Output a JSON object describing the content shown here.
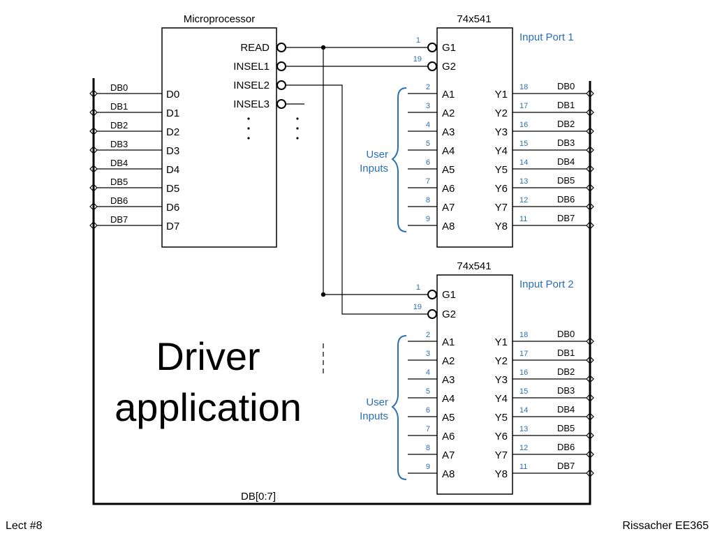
{
  "microprocessor": {
    "title": "Microprocessor",
    "outputs": [
      "READ",
      "INSEL1",
      "INSEL2",
      "INSEL3"
    ],
    "data_pins": [
      "D0",
      "D1",
      "D2",
      "D3",
      "D4",
      "D5",
      "D6",
      "D7"
    ],
    "bus_lines": [
      "DB0",
      "DB1",
      "DB2",
      "DB3",
      "DB4",
      "DB5",
      "DB6",
      "DB7"
    ]
  },
  "ports": [
    {
      "chip": "74x541",
      "name": "Input Port 1",
      "enable_pins": [
        {
          "label": "G1",
          "num": "1"
        },
        {
          "label": "G2",
          "num": "19"
        }
      ],
      "inputs": [
        {
          "label": "A1",
          "num": "2"
        },
        {
          "label": "A2",
          "num": "3"
        },
        {
          "label": "A3",
          "num": "4"
        },
        {
          "label": "A4",
          "num": "5"
        },
        {
          "label": "A5",
          "num": "6"
        },
        {
          "label": "A6",
          "num": "7"
        },
        {
          "label": "A7",
          "num": "8"
        },
        {
          "label": "A8",
          "num": "9"
        }
      ],
      "outputs": [
        {
          "label": "Y1",
          "num": "18",
          "bus": "DB0"
        },
        {
          "label": "Y2",
          "num": "17",
          "bus": "DB1"
        },
        {
          "label": "Y3",
          "num": "16",
          "bus": "DB2"
        },
        {
          "label": "Y4",
          "num": "15",
          "bus": "DB3"
        },
        {
          "label": "Y5",
          "num": "14",
          "bus": "DB4"
        },
        {
          "label": "Y6",
          "num": "13",
          "bus": "DB5"
        },
        {
          "label": "Y7",
          "num": "12",
          "bus": "DB6"
        },
        {
          "label": "Y8",
          "num": "11",
          "bus": "DB7"
        }
      ],
      "user_inputs": [
        "User",
        "Inputs"
      ]
    },
    {
      "chip": "74x541",
      "name": "Input Port 2",
      "enable_pins": [
        {
          "label": "G1",
          "num": "1"
        },
        {
          "label": "G2",
          "num": "19"
        }
      ],
      "inputs": [
        {
          "label": "A1",
          "num": "2"
        },
        {
          "label": "A2",
          "num": "3"
        },
        {
          "label": "A3",
          "num": "4"
        },
        {
          "label": "A4",
          "num": "5"
        },
        {
          "label": "A5",
          "num": "6"
        },
        {
          "label": "A6",
          "num": "7"
        },
        {
          "label": "A7",
          "num": "8"
        },
        {
          "label": "A8",
          "num": "9"
        }
      ],
      "outputs": [
        {
          "label": "Y1",
          "num": "18",
          "bus": "DB0"
        },
        {
          "label": "Y2",
          "num": "17",
          "bus": "DB1"
        },
        {
          "label": "Y3",
          "num": "16",
          "bus": "DB2"
        },
        {
          "label": "Y4",
          "num": "15",
          "bus": "DB3"
        },
        {
          "label": "Y5",
          "num": "14",
          "bus": "DB4"
        },
        {
          "label": "Y6",
          "num": "13",
          "bus": "DB5"
        },
        {
          "label": "Y7",
          "num": "12",
          "bus": "DB6"
        },
        {
          "label": "Y8",
          "num": "11",
          "bus": "DB7"
        }
      ],
      "user_inputs": [
        "User",
        "Inputs"
      ]
    }
  ],
  "bus_label": "DB[0:7]",
  "caption": [
    "Driver",
    "application"
  ],
  "footer": {
    "left": "Lect #8",
    "right": "Rissacher EE365"
  }
}
